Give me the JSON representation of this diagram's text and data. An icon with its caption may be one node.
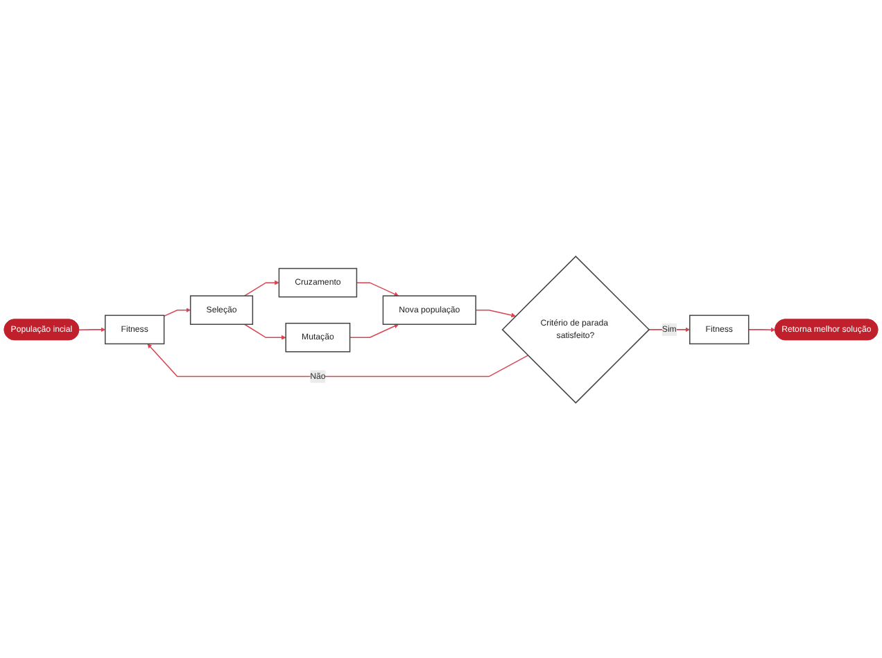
{
  "diagram": {
    "nodes": [
      {
        "text": [
          "População incial"
        ]
      },
      {
        "text": [
          "Fitness"
        ]
      },
      {
        "text": [
          "Seleção"
        ]
      },
      {
        "text": [
          "Cruzamento"
        ]
      },
      {
        "text": [
          "Mutação"
        ]
      },
      {
        "text": [
          "Nova população"
        ]
      },
      {
        "text": [
          "Critério de parada satisfeito?"
        ]
      },
      {
        "text": [
          "Fitness"
        ]
      },
      {
        "text": [
          "Retorna melhor solução"
        ]
      }
    ],
    "edges": [
      {
        "from": 0,
        "to": 1,
        "arrow": "to"
      },
      {
        "from": 1,
        "to": 2,
        "arrow": "to"
      },
      {
        "from": 2,
        "to": 3,
        "arrow": "to"
      },
      {
        "from": 2,
        "to": 4,
        "arrow": "to"
      },
      {
        "from": 3,
        "to": 5,
        "arrow": "to"
      },
      {
        "from": 4,
        "to": 5,
        "arrow": "to"
      },
      {
        "from": 5,
        "to": 6,
        "arrow": "to"
      },
      {
        "from": 6,
        "to": 1,
        "label": "Não",
        "arrow": "to"
      },
      {
        "from": 6,
        "to": 7,
        "label": "Sim",
        "arrow": "to"
      },
      {
        "from": 7,
        "to": 8,
        "arrow": "to"
      }
    ]
  }
}
